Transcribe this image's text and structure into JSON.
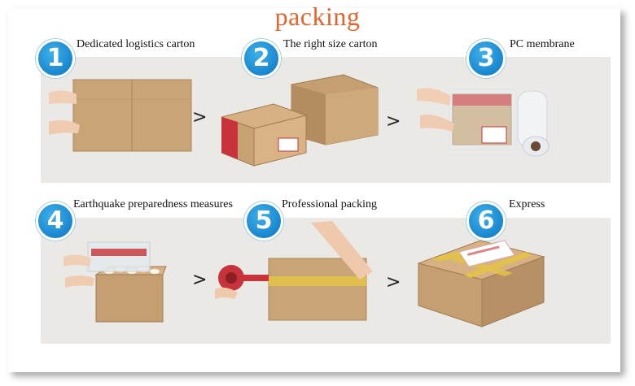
{
  "title": "packing",
  "steps": [
    {
      "number": "1",
      "label": "Dedicated logistics carton"
    },
    {
      "number": "2",
      "label": "The right size carton"
    },
    {
      "number": "3",
      "label": "PC membrane"
    },
    {
      "number": "4",
      "label": "Earthquake preparedness measures"
    },
    {
      "number": "5",
      "label": "Professional packing"
    },
    {
      "number": "6",
      "label": "Express"
    }
  ],
  "arrow_glyph": ">",
  "colors": {
    "title": "#e8622a",
    "badge": "#1986cf",
    "band": "#ebe9e6",
    "cardboard": "#c9a477",
    "tape": "#e2c24a",
    "red_print": "#c8323a"
  }
}
